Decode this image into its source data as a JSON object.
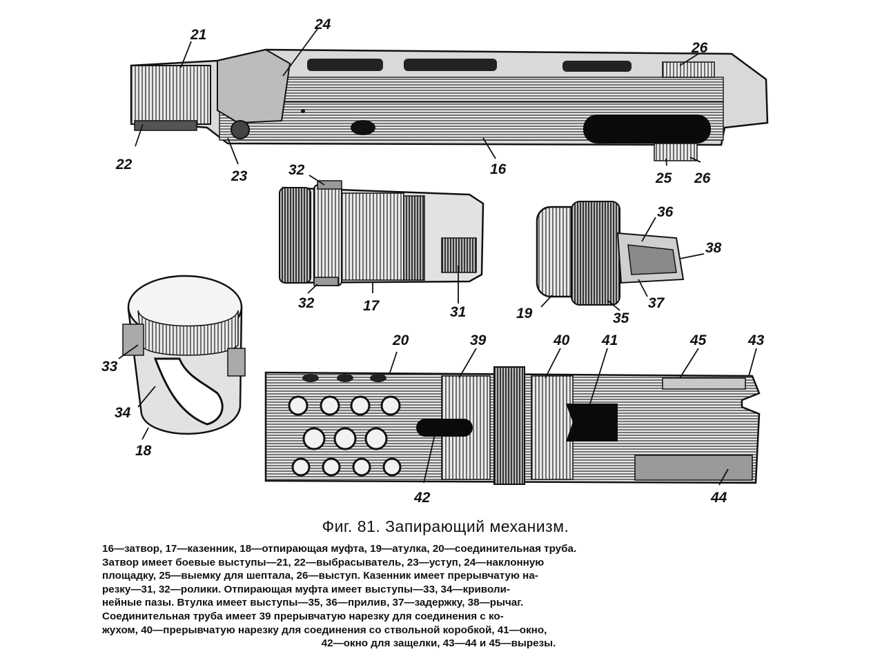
{
  "figure": {
    "caption": "Фиг. 81. Запирающий механизм.",
    "labels": {
      "l16": "16",
      "l17": "17",
      "l18": "18",
      "l19": "19",
      "l20": "20",
      "l21": "21",
      "l22": "22",
      "l23": "23",
      "l24": "24",
      "l25": "25",
      "l26a": "26",
      "l26b": "26",
      "l31": "31",
      "l32a": "32",
      "l32b": "32",
      "l33": "33",
      "l34": "34",
      "l35": "35",
      "l36": "36",
      "l37": "37",
      "l38": "38",
      "l39": "39",
      "l40": "40",
      "l41": "41",
      "l42": "42",
      "l43": "43",
      "l44": "44",
      "l45": "45"
    }
  },
  "legend_lines": [
    "16—затвор, 17—казенник, 18—отпирающая муфта, 19—атулка, 20—соединительная труба.",
    "Затвор имеет боевые выступы—21, 22—выбрасыватель, 23—уступ, 24—наклонную",
    "площадку, 25—выемку для шептала, 26—выступ. Казенник имеет прерывчатую на-",
    "резку—31, 32—ролики. Отпирающая муфта имеет выступы—33, 34—криволи-",
    "нейные пазы. Втулка имеет выступы—35, 36—прилив, 37—задержку, 38—рычаг.",
    "Соединительная труба имеет 39 прерывчатую нарезку для соединения с ко-",
    "жухом, 40—прерывчатую нарезку для соединения со ствольной коробкой, 41—окно,",
    "42—окно для защелки, 43—44 и 45—вырезы."
  ]
}
